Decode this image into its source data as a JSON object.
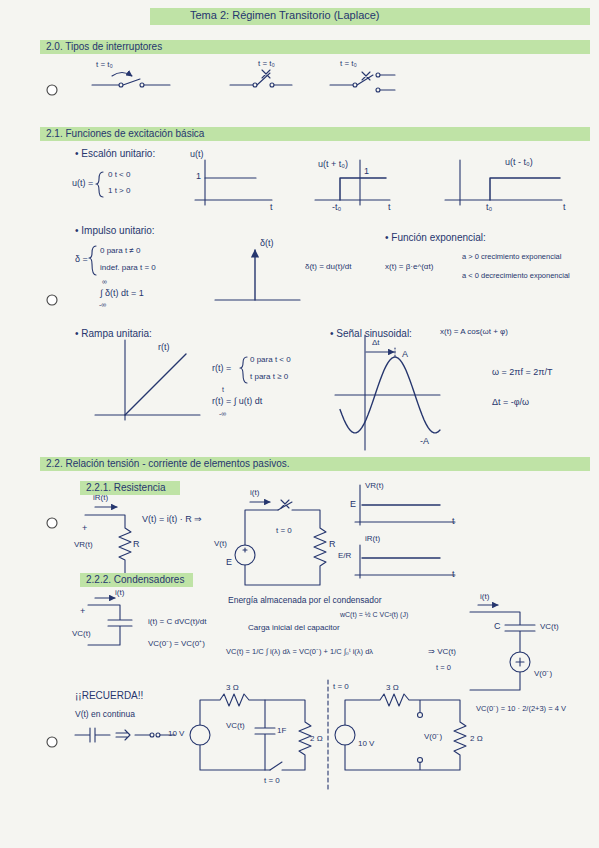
{
  "diagram": {
    "title": "Tema 2: Régimen Transitorio (Laplace)",
    "nodes": [
      {
        "text": [
          "2.0. Tipos de interruptores"
        ]
      },
      {
        "text": [
          "2.1. Funciones de excitación básica"
        ]
      },
      {
        "text": [
          "2.2. Relación tensión - corriente de elementos pasivos."
        ]
      },
      {
        "text": [
          "2.2.1. Resistencia"
        ]
      },
      {
        "text": [
          "2.2.2. Condensadores"
        ]
      }
    ],
    "labels": [
      "t = t₀",
      "t = t₀",
      "t = t₀",
      "• Escalón unitario:",
      "u(t) =",
      "0 t < 0",
      "1 t > 0",
      "u(t)",
      "1",
      "t",
      "u(t + t₀)",
      "1",
      "-t₀",
      "t",
      "u(t - t₀)",
      "t₀",
      "t",
      "• Impulso unitario:",
      "δ =",
      "0 para t ≠ 0",
      "indef. para t = 0",
      "∫ δ(t) dt = 1",
      "∞",
      "-∞",
      "δ(t)",
      "• Función exponencial:",
      "δ(t) = du(t)/dt",
      "x(t) = β·e^(αt)",
      "a > 0 crecimiento exponencial",
      "a < 0 decrecimiento exponencial",
      "• Rampa unitaria:",
      "r(t)",
      "r(t) =",
      "0 para t < 0",
      "t para t ≥ 0",
      "r(t) = ∫ u(t) dt",
      "t",
      "-∞",
      "• Señal sinusoidal:",
      "x(t) = A cos(ωt + φ)",
      "Δt",
      "A",
      "-A",
      "ω = 2πf = 2π/T",
      "Δt = -φ/ω",
      "iR(t)",
      "+",
      "VR(t)",
      "R",
      "V(t) = i(t) · R ⇒",
      "i(t)",
      "t = 0",
      "V(t)",
      "E",
      "R",
      "VR(t)",
      "E",
      "iR(t)",
      "E/R",
      "t",
      "t",
      "i(t)",
      "+",
      "VC(t)",
      "i(t) = C dVC(t)/dt",
      "VC(0⁻) = VC(0⁺)",
      "Energía almacenada por el condensador",
      "wC(t) = ½ C VC²(t) (J)",
      "Carga inicial del capacitor",
      "VC(t) = 1/C ∫ i(λ) dλ = VC(0⁻) + 1/C ∫₀ᵗ i(λ) dλ",
      "⇒ VC(t)",
      "i(t)",
      "C",
      "VC(t)",
      "V(0⁻)",
      "t = 0",
      "¡¡RECUERDA!!",
      "V(t) en continua",
      "3 Ω",
      "10 V",
      "VC(t)",
      "1F",
      "2 Ω",
      "t = 0",
      "t = 0",
      "3 Ω",
      "10 V",
      "V(0⁻)",
      "2 Ω",
      "VC(0⁻) = 10 · 2/(2+3) = 4 V"
    ]
  }
}
